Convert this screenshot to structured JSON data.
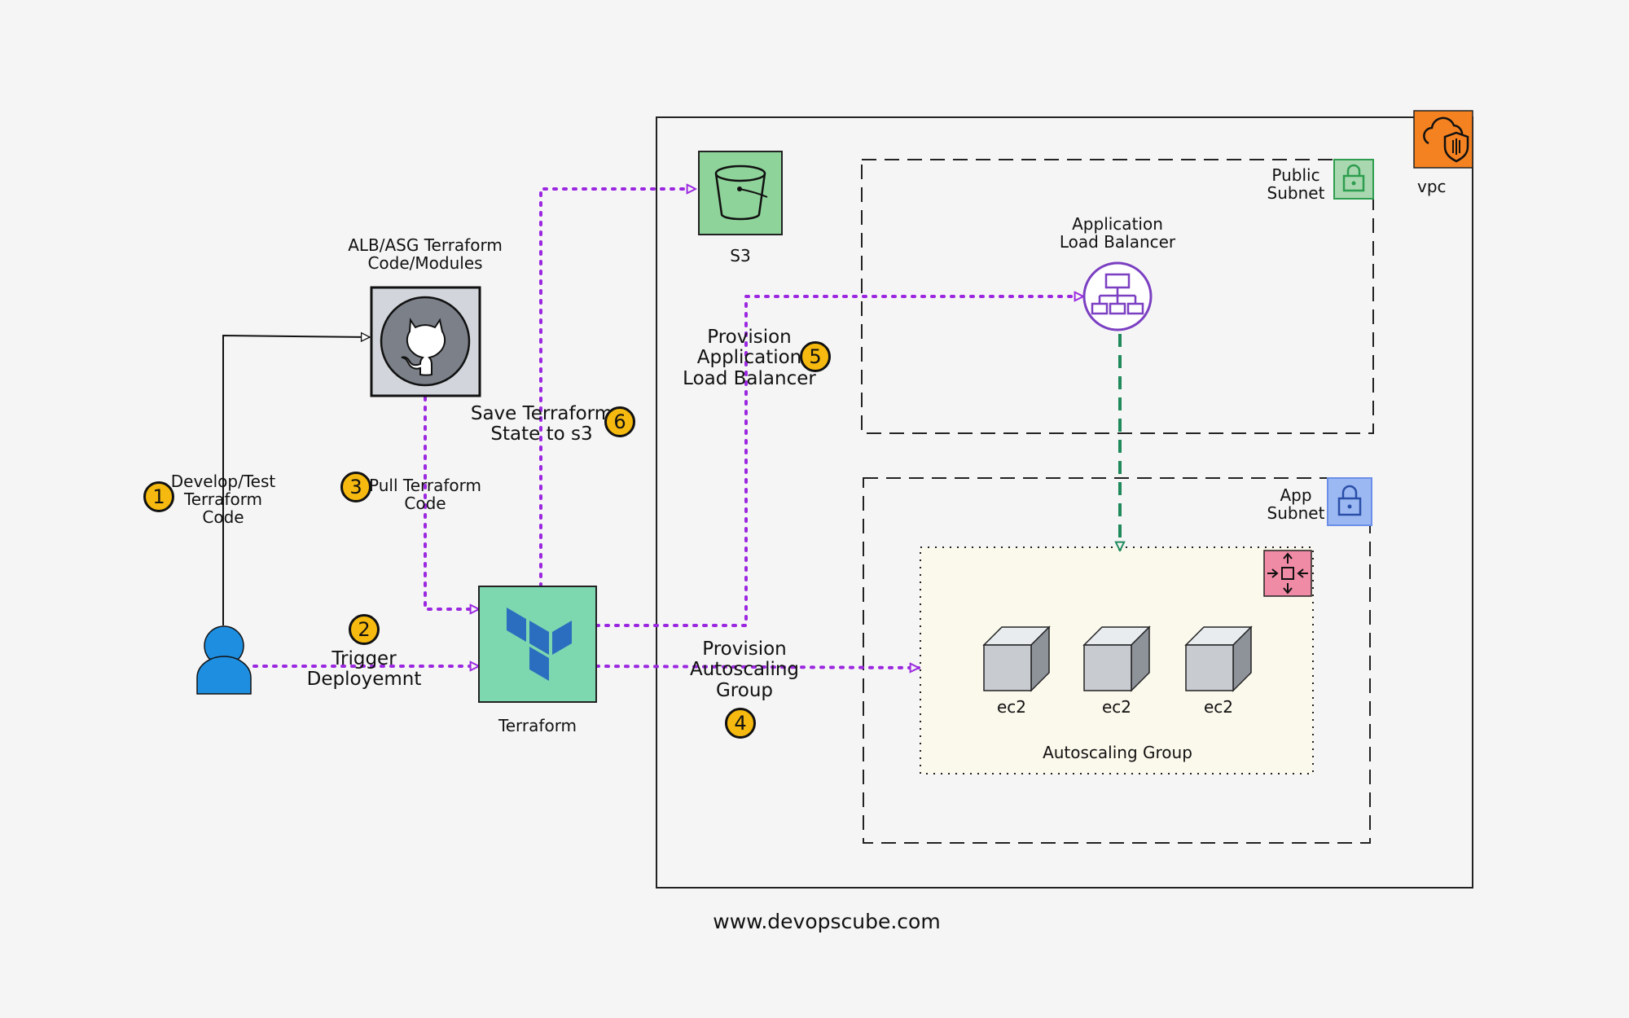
{
  "labels": {
    "vpc": "vpc",
    "public_subnet": "Public\nSubnet",
    "app_subnet": "App\nSubnet",
    "alb": "Application\nLoad Balancer",
    "s3": "S3",
    "repo": "ALB/ASG Terraform\nCode/Modules",
    "terraform": "Terraform",
    "asg": "Autoscaling Group",
    "ec2": "ec2",
    "step1": "Develop/Test\nTerraform\nCode",
    "step2": "Trigger\nDeployemnt",
    "step3": "Pull Terraform\nCode",
    "step4": "Provision\nAutoscaling\nGroup",
    "step5": "Provision\nApplication\nLoad Balancer",
    "step6": "Save Terraform\nState to s3",
    "website": "www.devopscube.com"
  },
  "badges": {
    "b1": "1",
    "b2": "2",
    "b3": "3",
    "b4": "4",
    "b5": "5",
    "b6": "6"
  },
  "colors": {
    "flow": "#9b28e0",
    "alb_link": "#1f8a5b",
    "vpc_icon": "#f58220",
    "public_lock": "#2e9d4f",
    "app_lock": "#6b8fe8",
    "s3_bg": "#8ed39a",
    "terraform_bg": "#7dd8b0",
    "terraform_logo": "#2b6dbf",
    "asg_bg": "#fbf8ec",
    "asg_icon": "#f08ba6",
    "alb_icon": "#7b3fc2",
    "user": "#1e8ee0",
    "badge": "#f5b90f"
  }
}
